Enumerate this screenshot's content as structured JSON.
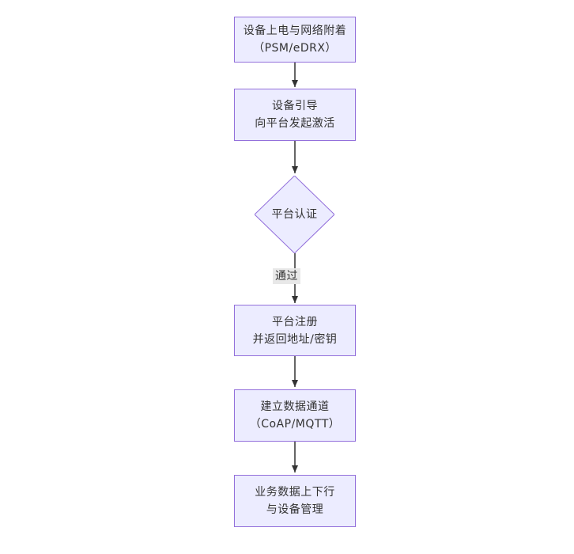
{
  "diagram": {
    "type": "flowchart",
    "direction": "top-down",
    "nodes": [
      {
        "id": "power-attach",
        "shape": "rectangle",
        "label": "设备上电与网络附着\n（PSM/eDRX）"
      },
      {
        "id": "bootstrap",
        "shape": "rectangle",
        "label": "设备引导\n向平台发起激活"
      },
      {
        "id": "platform-auth",
        "shape": "diamond",
        "label": "平台认证"
      },
      {
        "id": "register",
        "shape": "rectangle",
        "label": "平台注册\n并返回地址/密钥"
      },
      {
        "id": "data-channel",
        "shape": "rectangle",
        "label": "建立数据通道\n（CoAP/MQTT）"
      },
      {
        "id": "business",
        "shape": "rectangle",
        "label": "业务数据上下行\n与设备管理"
      }
    ],
    "edges": [
      {
        "from": "power-attach",
        "to": "bootstrap",
        "label": ""
      },
      {
        "from": "bootstrap",
        "to": "platform-auth",
        "label": ""
      },
      {
        "from": "platform-auth",
        "to": "register",
        "label": "通过"
      },
      {
        "from": "register",
        "to": "data-channel",
        "label": ""
      },
      {
        "from": "data-channel",
        "to": "business",
        "label": ""
      }
    ],
    "colors": {
      "background": "#ffffff",
      "node_fill": "#ECECFF",
      "node_border": "#9370DB",
      "edge": "#333333",
      "text": "#333333",
      "edge_label_bg": "#e8e8e8"
    }
  }
}
